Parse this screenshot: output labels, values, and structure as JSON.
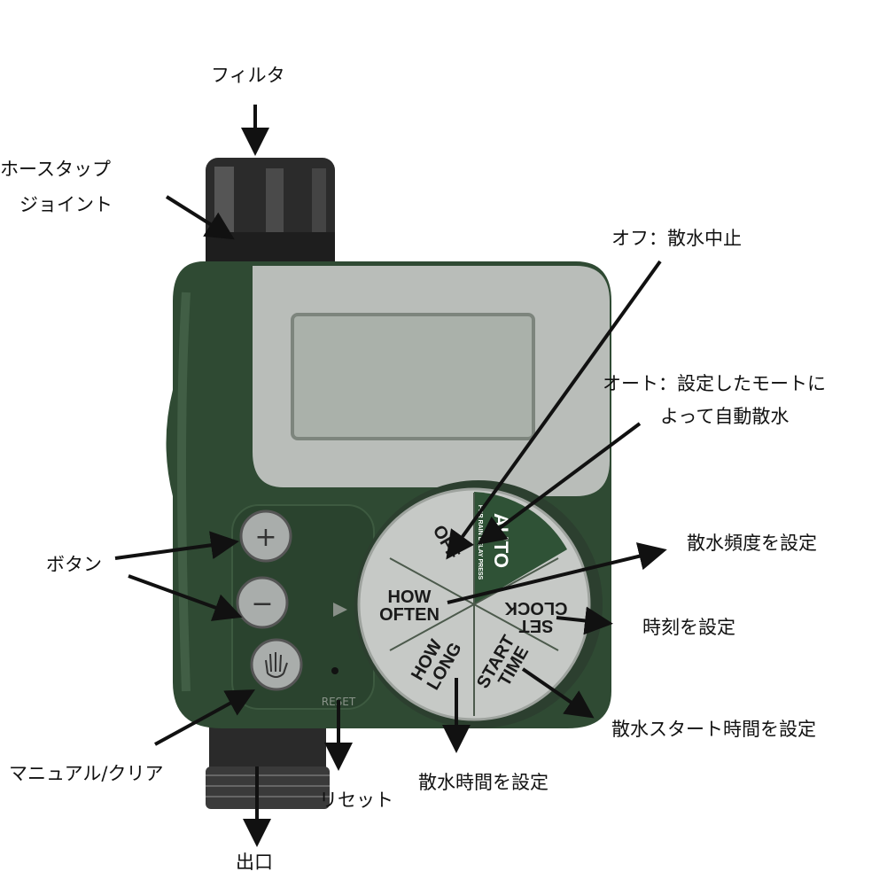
{
  "colors": {
    "body_green": "#2f4a33",
    "panel_gray": "#b9bdb9",
    "lcd": "#aeb4ae",
    "dial": "#c4c7c4",
    "connector": "#2b2b2b"
  },
  "labels": {
    "filter": "フィルタ",
    "hose_joint_1": "ホースタップ",
    "hose_joint_2": "ジョイント",
    "off": "オフ：散水中止",
    "auto_1": "オート：設定したモートに",
    "auto_2": "よって自動散水",
    "how_often": "散水頻度を設定",
    "set_clock": "時刻を設定",
    "start_time": "散水スタート時間を設定",
    "how_long": "散水時間を設定",
    "buttons": "ボタン",
    "manual_clear": "マニュアル/クリア",
    "reset": "リセット",
    "outlet": "出口"
  },
  "dial": {
    "off": "OFF",
    "auto": "AUTO",
    "auto_sub": "FOR RAIN DELAY PRESS",
    "how_often_1": "HOW",
    "how_often_2": "OFTEN",
    "set_clock_1": "SET",
    "set_clock_2": "CLOCK",
    "start_time_1": "START",
    "start_time_2": "TIME",
    "how_long_1": "HOW",
    "how_long_2": "LONG"
  },
  "device": {
    "reset_text": "RESET",
    "plus": "+",
    "minus": "−"
  },
  "icons": {
    "manual_button": "hand-icon",
    "arrow": "arrow-icon"
  }
}
